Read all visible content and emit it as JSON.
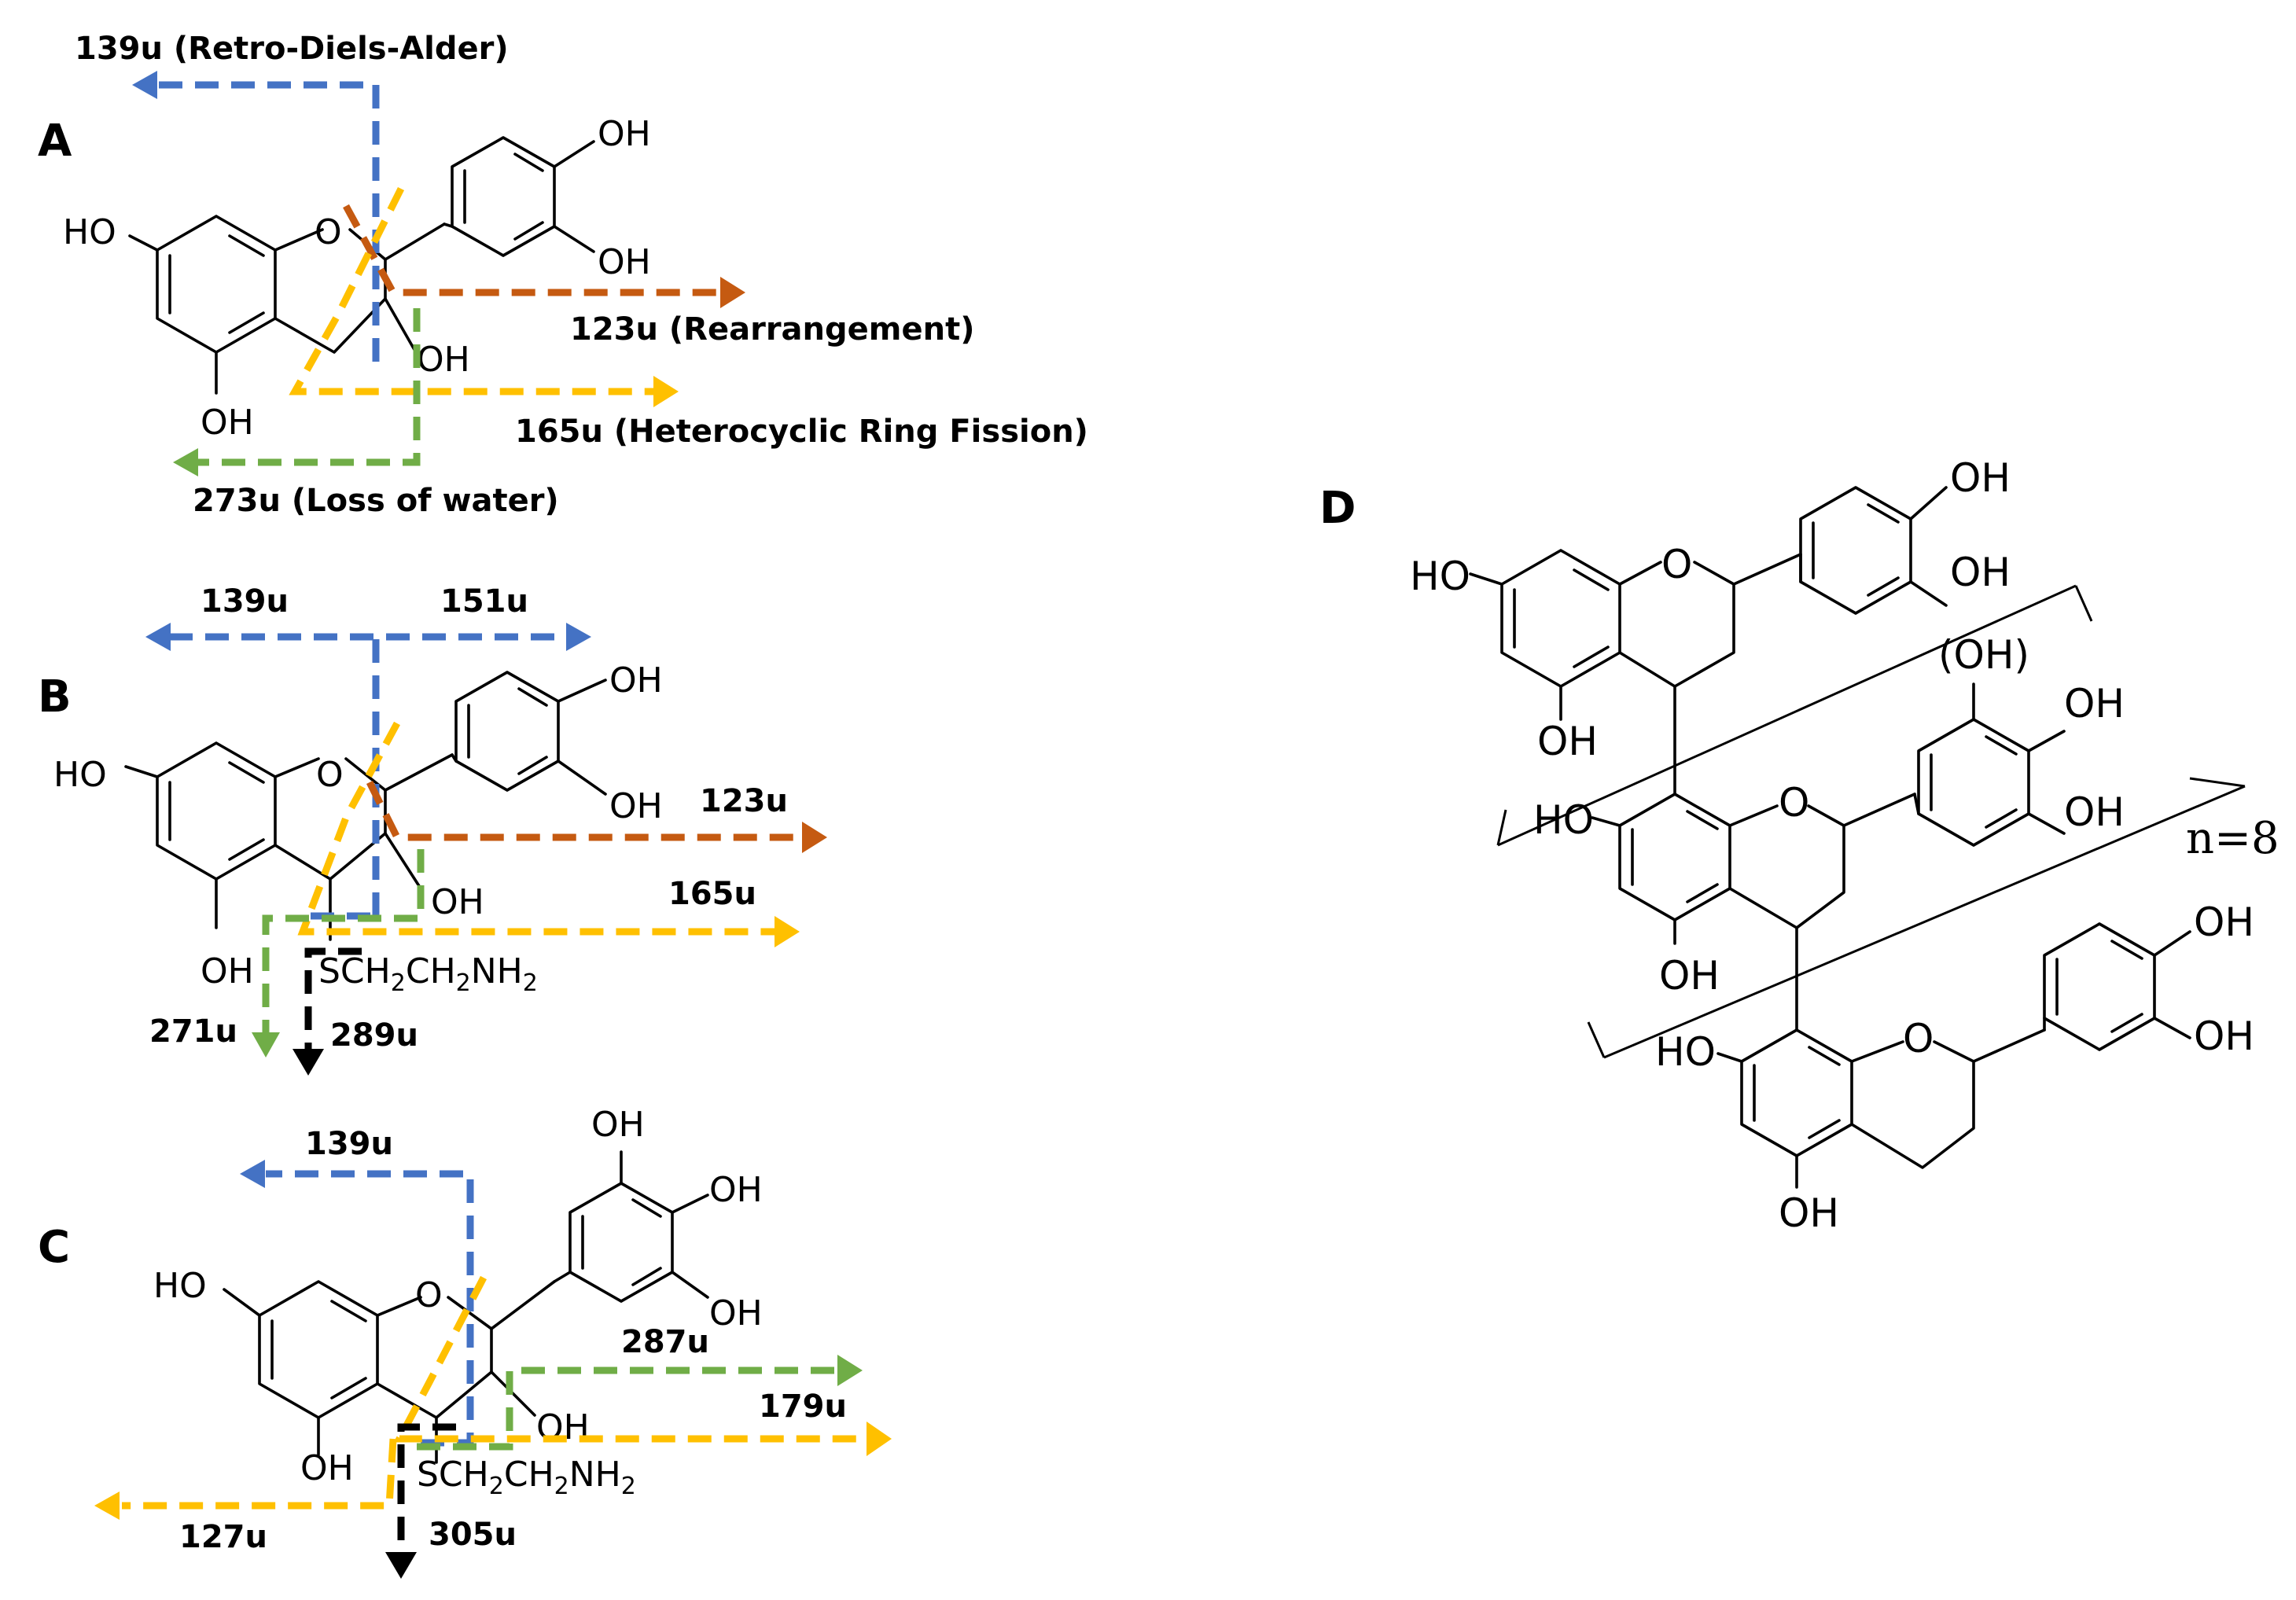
{
  "panels": {
    "a": "A",
    "b": "B",
    "c": "C",
    "d": "D"
  },
  "colors": {
    "blue": "#4472c4",
    "orange": "#c55a11",
    "yellow": "#ffc000",
    "green": "#70ad47",
    "black": "#000000"
  },
  "panel_a": {
    "atoms": {
      "ho": "HO",
      "ring_o": "O",
      "oh_top": "OH",
      "oh_right": "OH",
      "oh_3": "OH",
      "oh_5": "OH"
    },
    "fragments": {
      "rda": "139u (Retro-Diels-Alder)",
      "rearr": "123u (Rearrangement)",
      "hrf": "165u (Heterocyclic Ring Fission)",
      "water": "273u (Loss of water)"
    }
  },
  "panel_b": {
    "atoms": {
      "ho": "HO",
      "ring_o": "O",
      "oh_top": "OH",
      "oh_right": "OH",
      "oh_3": "OH",
      "oh_5": "OH",
      "s_prefix": "SCH",
      "s_sub1": "2",
      "s_mid": "CH",
      "s_sub2": "2",
      "s_nh": "NH",
      "s_sub3": "2"
    },
    "fragments": {
      "f139": "139u",
      "f151": "151u",
      "f123": "123u",
      "f165": "165u",
      "f271": "271u",
      "f289": "289u"
    }
  },
  "panel_c": {
    "atoms": {
      "ho": "HO",
      "ring_o": "O",
      "oh_top": "OH",
      "oh_mid": "OH",
      "oh_bottom": "OH",
      "oh_3": "OH",
      "oh_5": "OH",
      "s_prefix": "SCH",
      "s_sub1": "2",
      "s_mid": "CH",
      "s_sub2": "2",
      "s_nh": "NH",
      "s_sub3": "2"
    },
    "fragments": {
      "f139": "139u",
      "f287": "287u",
      "f179": "179u",
      "f127": "127u",
      "f305": "305u"
    }
  },
  "panel_d": {
    "unit1": {
      "ho": "HO",
      "ring_o": "O",
      "oh_top": "OH",
      "oh_right": "OH",
      "oh_5": "OH"
    },
    "unit2": {
      "ho": "HO",
      "ring_o": "O",
      "oh_paren": "(OH)",
      "oh_mid": "OH",
      "oh_bottom": "OH",
      "oh_5": "OH"
    },
    "unit3": {
      "ho": "HO",
      "ring_o": "O",
      "oh_top": "OH",
      "oh_right": "OH",
      "oh_5": "OH"
    },
    "repeat": "n=8"
  }
}
